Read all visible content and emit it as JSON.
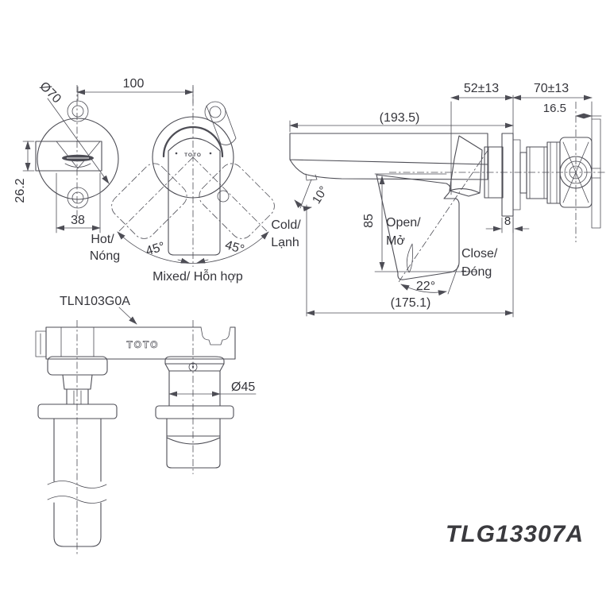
{
  "colors": {
    "line": "#4d4d55",
    "text": "#35353b",
    "background": "#ffffff"
  },
  "model_number": "TLG13307A",
  "front_view": {
    "dim_spacing": "100",
    "dim_escutcheon": "Ø70",
    "dim_spout_height": "26.2",
    "dim_spout_width": "38",
    "hot_line1": "Hot/",
    "hot_line2": "Nóng",
    "angle_left": "45°",
    "angle_right": "45°",
    "mixed_label": "Mixed/ Hỗn hợp",
    "cold_line1": "Cold/",
    "cold_line2": "Lạnh",
    "logo": "TOTO"
  },
  "side_view": {
    "dim_length": "(193.5)",
    "dim_handle_front": "52±13",
    "dim_wall_depth": "70±13",
    "dim_bracket": "16.5",
    "angle_spout": "10°",
    "dim_height": "85",
    "open_line1": "Open/",
    "open_line2": "Mở",
    "close_line1": "Close/",
    "close_line2": "Đóng",
    "dim_plate": "8",
    "angle_handle": "22°",
    "dim_reach": "(175.1)"
  },
  "bottom_view": {
    "part_number": "TLN103G0A",
    "dim_connector": "Ø45",
    "logo": "TOTO"
  }
}
